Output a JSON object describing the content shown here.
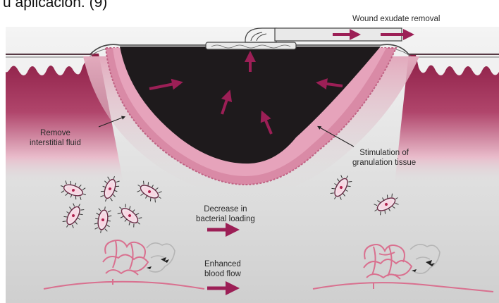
{
  "caption": "u aplicación. (9)",
  "labels": {
    "wound_exudate_removal": "Wound exudate removal",
    "remove_interstitial_fluid": [
      "Remove",
      "interstitial fluid"
    ],
    "stimulation_granulation": [
      "Stimulation of",
      "granulation tissue"
    ],
    "decrease_bacterial": [
      "Decrease in",
      "bacterial loading"
    ],
    "enhanced_blood_flow": [
      "Enhanced",
      "blood flow"
    ]
  },
  "colors": {
    "arrow": "#9c1f56",
    "skin": "#8c1d45",
    "wound_foam": "#1e1a1c",
    "granulation": "#d98aa6",
    "vessel": "#d9708f",
    "background": "#dcdcdc"
  }
}
